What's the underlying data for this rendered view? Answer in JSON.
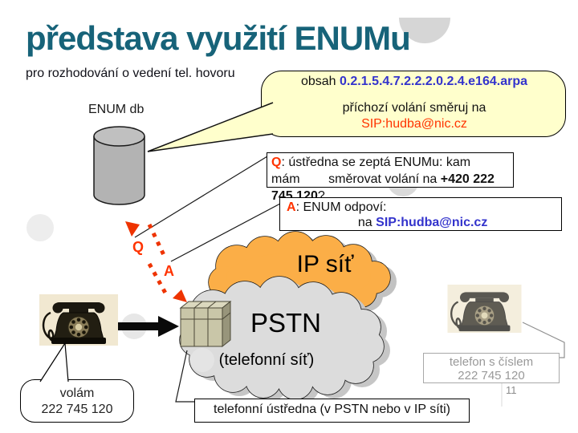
{
  "slide": {
    "title": "představa využití ENUMu",
    "subtitle": "pro rozhodování o vedení tel. hovoru",
    "page_number": "11"
  },
  "colors": {
    "title_teal": "#176379",
    "accent_red": "#FF3300",
    "accent_blue": "#3333CC",
    "bubble_fill": "#FFFFCC",
    "ip_cloud_orange": "#FBAE47",
    "pstn_cloud_gray": "#DCDCDC"
  },
  "enum_db": {
    "label": "ENUM db"
  },
  "dns_bubble": {
    "prefix": "obsah ",
    "domain": "0.2.1.5.4.7.2.2.2.0.2.4.e164.arpa",
    "line2": "příchozí volání směruj na",
    "sip": "SIP:hudba@nic.cz"
  },
  "q_box": {
    "label": "Q",
    "text": ": ústředna se zeptá ENUMu: kam\nmám        směrovat volání na ",
    "number": "+420 222 745 120",
    "suffix": "?"
  },
  "a_box": {
    "label": "A",
    "text": ": ENUM odpoví:\n                    na ",
    "sip": "SIP:hudba@nic.cz"
  },
  "arrows": {
    "q": "Q",
    "a": "A"
  },
  "network": {
    "ip": "IP síť",
    "pstn": "PSTN",
    "pstn_sub": "(telefonní síť)"
  },
  "caller_bubble": {
    "line1": "volám",
    "line2": "222 745 120"
  },
  "callee_box": {
    "line1": "telefon s číslem",
    "line2": "222 745 120"
  },
  "exchange_box": {
    "label": "telefonní ústředna (v PSTN nebo v IP síti)"
  }
}
